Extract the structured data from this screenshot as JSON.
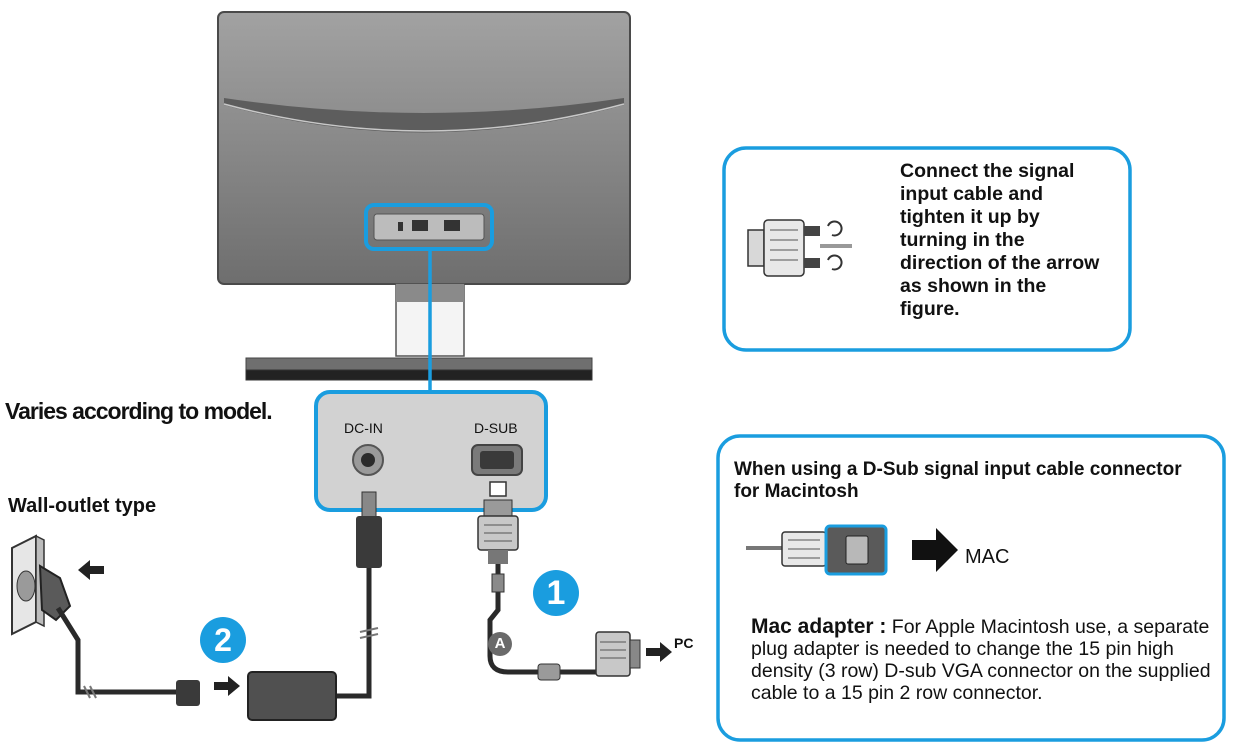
{
  "labels": {
    "varies": "Varies according to model.",
    "wall_outlet": "Wall-outlet type",
    "dc_in": "DC-IN",
    "d_sub": "D-SUB",
    "pc": "PC",
    "mac": "MAC"
  },
  "badges": {
    "one": "1",
    "two": "2",
    "a": "A"
  },
  "tip_box": {
    "text": "Connect the signal input cable and tighten it up by turning in the direction of the arrow as shown in the figure."
  },
  "mac_box": {
    "title": "When using a D-Sub signal input cable connector for Macintosh",
    "lead": "Mac adapter :",
    "body": " For Apple Macintosh use, a  separate plug adapter is needed to change the 15 pin high density (3 row) D-sub VGA connector on the supplied cable to a 15 pin  2 row connector."
  },
  "colors": {
    "accent": "#1a9ddf",
    "monitor": "#8a8a8a",
    "panel": "#cfcfcf",
    "cable": "#2a2a2a"
  }
}
